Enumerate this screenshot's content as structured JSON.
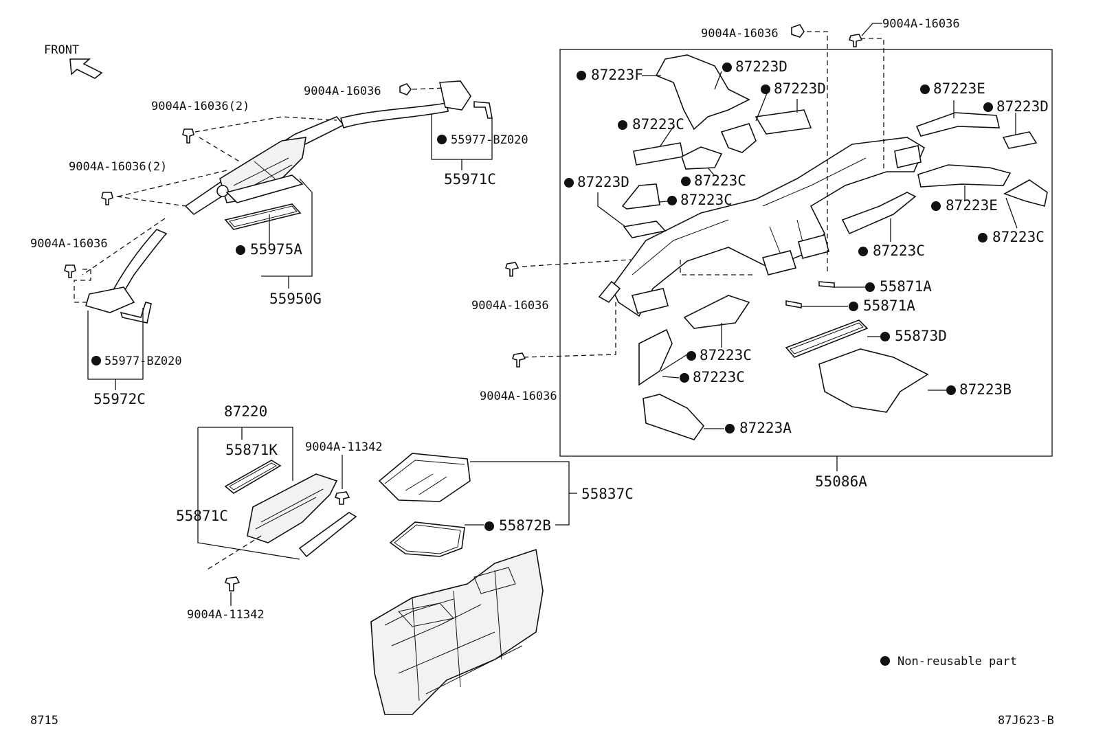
{
  "front_label": "FRONT",
  "legend": {
    "text": "Non-reusable part"
  },
  "footer": {
    "left": "8715",
    "right": "87J623-B"
  },
  "labels": {
    "c_9004a_16036_2a": "9004A-16036(2)",
    "c_9004a_16036_2b": "9004A-16036(2)",
    "c_9004a_16036_a": "9004A-16036",
    "c_9004a_16036_b": "9004A-16036",
    "c_9004a_16036_c": "9004A-16036",
    "c_9004a_16036_d": "9004A-16036",
    "c_9004a_16036_e": "9004A-16036",
    "c_9004a_16036_f": "9004A-16036",
    "c_55977_a": "55977-BZ020",
    "c_55977_b": "55977-BZ020",
    "c_55971c": "55971C",
    "c_55972c": "55972C",
    "c_55975a": "55975A",
    "c_55950g": "55950G",
    "c_87220": "87220",
    "c_55871k": "55871K",
    "c_55871c": "55871C",
    "c_9004a_11342_a": "9004A-11342",
    "c_9004a_11342_b": "9004A-11342",
    "c_55837c": "55837C",
    "c_55872b": "55872B",
    "c_55086a": "55086A",
    "c_87223f": "87223F",
    "c_87223d_1": "87223D",
    "c_87223d_2": "87223D",
    "c_87223d_3": "87223D",
    "c_87223d_4": "87223D",
    "c_87223c_1": "87223C",
    "c_87223c_2": "87223C",
    "c_87223c_3": "87223C",
    "c_87223c_4": "87223C",
    "c_87223c_5": "87223C",
    "c_87223c_6": "87223C",
    "c_87223c_7": "87223C",
    "c_87223e_1": "87223E",
    "c_87223e_2": "87223E",
    "c_55871a_1": "55871A",
    "c_55871a_2": "55871A",
    "c_55873d": "55873D",
    "c_87223b": "87223B",
    "c_87223a": "87223A"
  }
}
